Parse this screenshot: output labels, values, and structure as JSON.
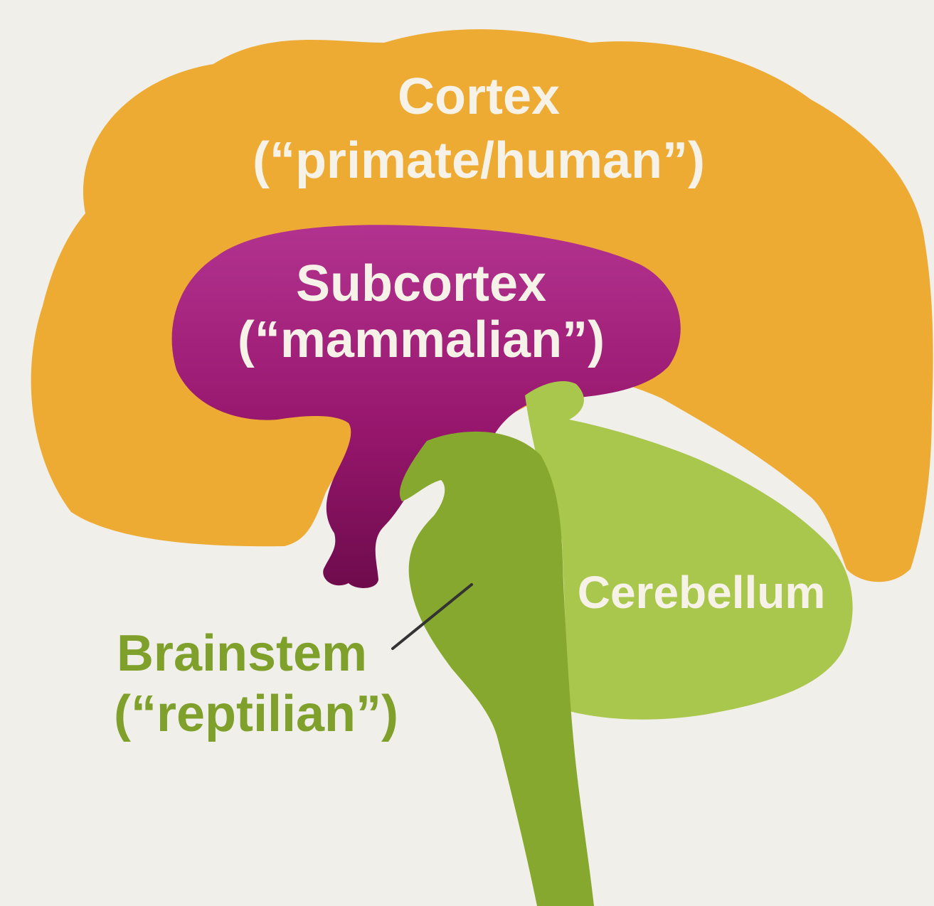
{
  "regions": {
    "cortex": {
      "title": "Cortex",
      "subtitle": "(“primate/human”)",
      "color": "#eeab33"
    },
    "subcortex": {
      "title": "Subcortex",
      "subtitle": "(“mammalian”)",
      "color": "#98176e"
    },
    "cerebellum": {
      "title": "Cerebellum",
      "color": "#a9c74c"
    },
    "brainstem": {
      "title": "Brainstem",
      "subtitle": "(“reptilian”)",
      "color": "#87a82e"
    }
  },
  "colors": {
    "background": "#f1efea",
    "label_light": "#f6f2e8",
    "label_green": "#7fa12c",
    "leader_line": "#333333"
  }
}
